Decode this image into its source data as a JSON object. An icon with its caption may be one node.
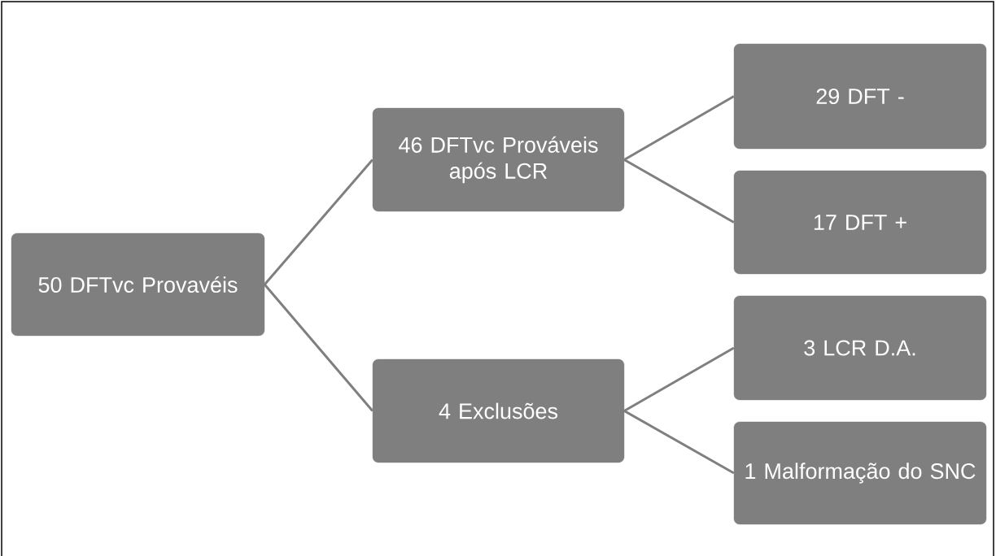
{
  "diagram": {
    "nodes": [
      {
        "text": [
          "50 DFTvc Provavéis"
        ]
      },
      {
        "text": [
          "46 DFTvc Prováveis após LCR"
        ]
      },
      {
        "text": [
          "4 Exclusões"
        ]
      },
      {
        "text": [
          "29 DFT -"
        ]
      },
      {
        "text": [
          "17 DFT +"
        ]
      },
      {
        "text": [
          "3 LCR D.A."
        ]
      },
      {
        "text": [
          "1 Malformação do SNC"
        ]
      }
    ],
    "edges": [
      {
        "from": 0,
        "to": 1,
        "arrow": "none"
      },
      {
        "from": 0,
        "to": 2,
        "arrow": "none"
      },
      {
        "from": 1,
        "to": 3,
        "arrow": "none"
      },
      {
        "from": 1,
        "to": 4,
        "arrow": "none"
      },
      {
        "from": 2,
        "to": 5,
        "arrow": "none"
      },
      {
        "from": 2,
        "to": 6,
        "arrow": "none"
      }
    ]
  }
}
